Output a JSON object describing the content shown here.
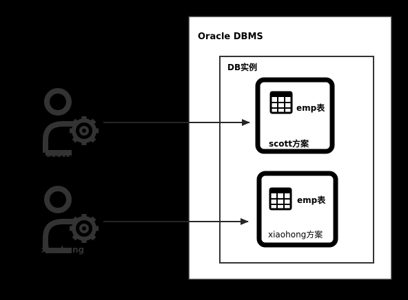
{
  "dbms": {
    "title": "Oracle DBMS"
  },
  "instance": {
    "title": "DB实例"
  },
  "schemas": [
    {
      "table_label": "emp表",
      "schema_label": "scott方案"
    },
    {
      "table_label": "emp表",
      "schema_label": "xiaohong方案"
    }
  ],
  "users": [
    {
      "name": "scott",
      "icon": "user-gear-icon"
    },
    {
      "name": "xiaohong",
      "icon": "user-gear-icon"
    }
  ],
  "colors": {
    "background": "#000000",
    "panel": "#ffffff",
    "stroke": "#333333",
    "dark": "#000000",
    "arrow": "#262626"
  }
}
